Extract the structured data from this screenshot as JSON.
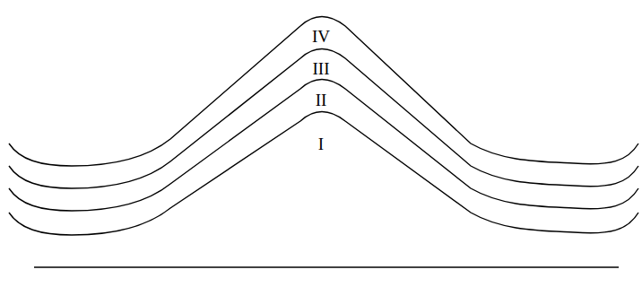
{
  "diagram": {
    "labels": [
      "IV",
      "III",
      "II",
      "I"
    ]
  }
}
